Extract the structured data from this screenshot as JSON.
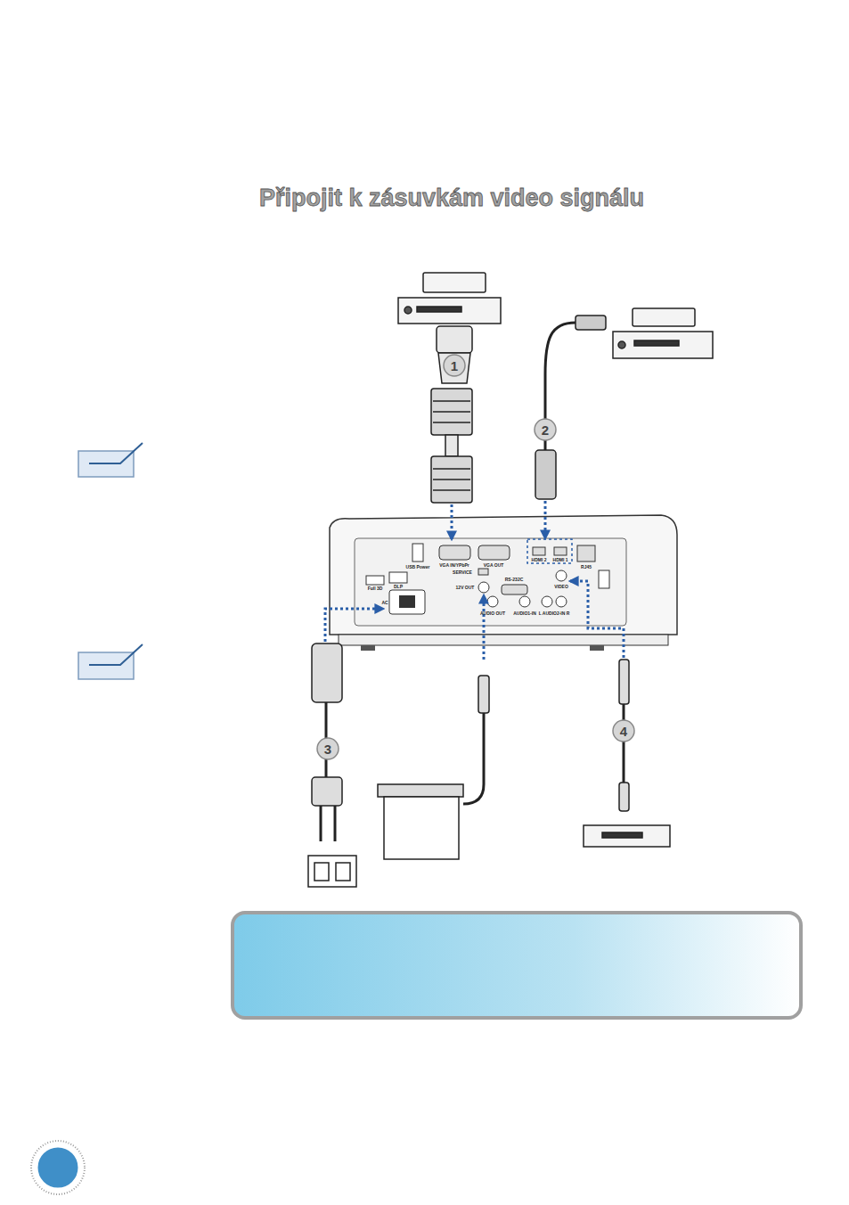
{
  "diagram": {
    "title": "Připojit k zásuvkám video signálu",
    "labels": [
      "1",
      "2",
      "3",
      "4",
      "USB Power",
      "VGA IN/YPbPr",
      "VGA OUT",
      "HDMI 2",
      "HDMI 1",
      "RJ45",
      "Full 3D",
      "DLP",
      "AC",
      "SERVICE",
      "12V OUT",
      "RS-232C",
      "AUDIO OUT",
      "AUDIO1-IN",
      "L AUDIO2-IN R",
      "VIDEO"
    ]
  }
}
